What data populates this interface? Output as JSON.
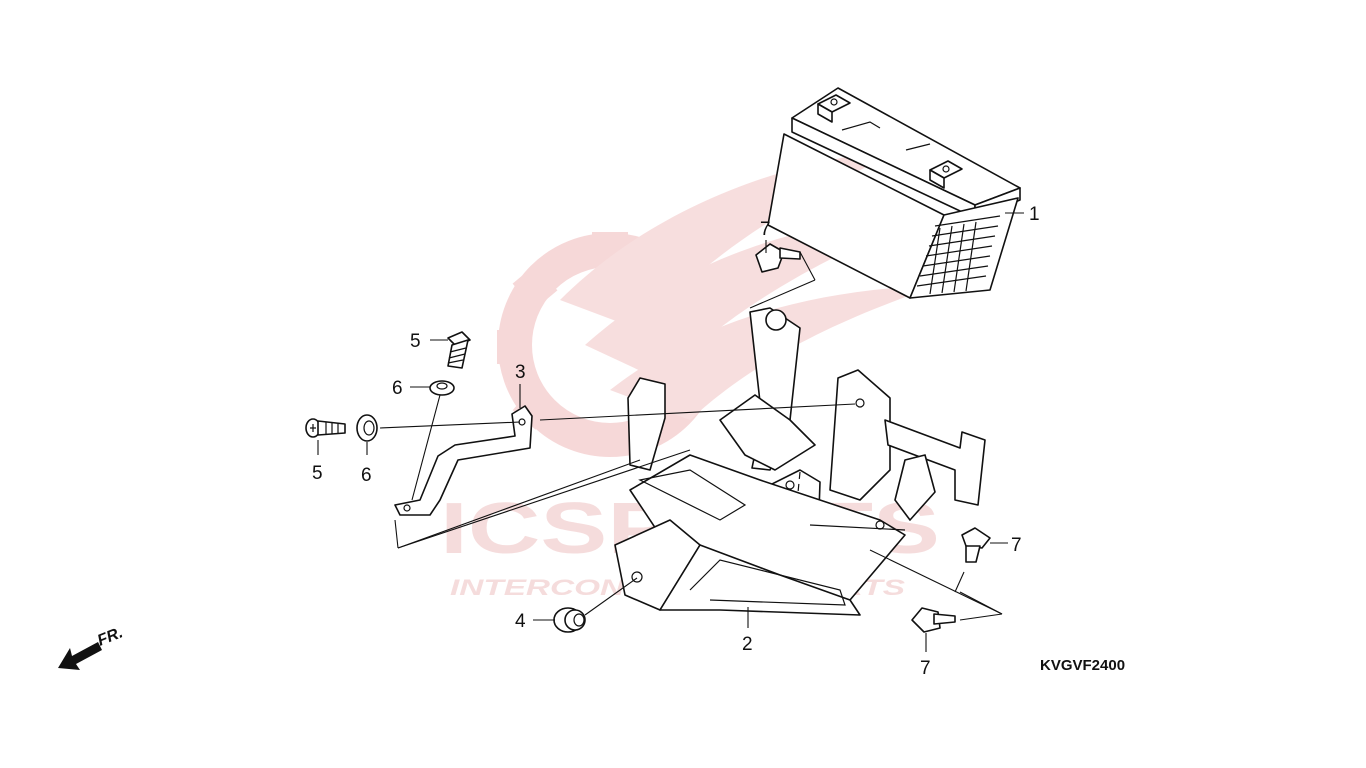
{
  "diagram": {
    "code": "KVGVF2400",
    "direction_label": "FR.",
    "callouts": [
      "1",
      "2",
      "3",
      "4",
      "5",
      "5",
      "6",
      "6",
      "7",
      "7",
      "7"
    ]
  },
  "watermark": {
    "brand": "ICSPARTS",
    "tagline": "INTERCONTINENTAL PARTS",
    "color": "#e8b0b0"
  }
}
